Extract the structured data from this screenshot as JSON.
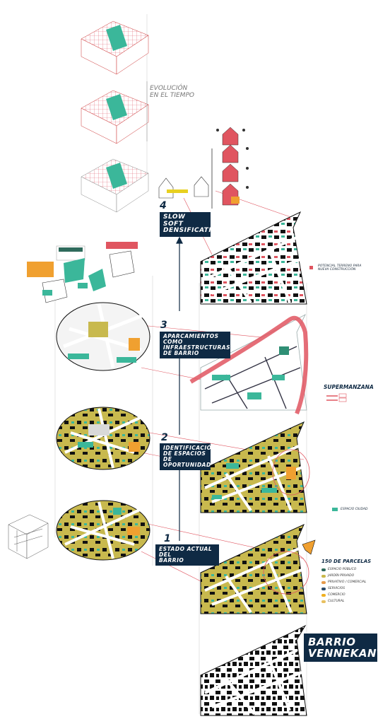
{
  "title": {
    "line1": "BARRIO",
    "line2": "VENNEKANT"
  },
  "evolution_label": {
    "line1": "EVOLUCIÓN",
    "line2": "EN EL TIEMPO"
  },
  "steps": [
    {
      "number": "1",
      "label_line1": "ESTADO ACTUAL DEL",
      "label_line2": "BARRIO"
    },
    {
      "number": "2",
      "label_line1": "IDENTIFICACIÓN",
      "label_line2": "DE ESPACIOS DE",
      "label_line3": "OPORTUNIDAD"
    },
    {
      "number": "3",
      "label_line1": "APARCAMIENTOS",
      "label_line2": "COMO INFRAESTRUCTURAS",
      "label_line3": "DE BARRIO"
    },
    {
      "number": "4",
      "label_line1": "SLOW",
      "label_line2": "SOFT",
      "label_line3": "DENSIFICATION"
    }
  ],
  "supermanzana_label": "SUPERMANZANA",
  "espacio_ciudad_label": "ESPACIO CIUDAD",
  "potencial_label": "POTENCIAL TERRENO PARA NUEVA CONSTRUCCIÓN",
  "legend": {
    "title": "150 DE PARCELAS",
    "items": [
      {
        "label": "ESPACIO PÚBLICO",
        "color": "#2f6b5c"
      },
      {
        "label": "JARDÍN PRIVADO",
        "color": "#c9b84a"
      },
      {
        "label": "PRIVATIVO / COMERCIAL",
        "color": "#e79a4a"
      },
      {
        "label": "SERVICIOS",
        "color": "#2b4a6a"
      },
      {
        "label": "COMERCIO",
        "color": "#f0b020"
      },
      {
        "label": "CULTURAL",
        "color": "#e8c060"
      }
    ]
  },
  "colors": {
    "navy": "#0f2a44",
    "teal": "#3bb79a",
    "olive": "#c8b94e",
    "orange": "#f0a030",
    "red": "#e05560",
    "black": "#111111"
  }
}
